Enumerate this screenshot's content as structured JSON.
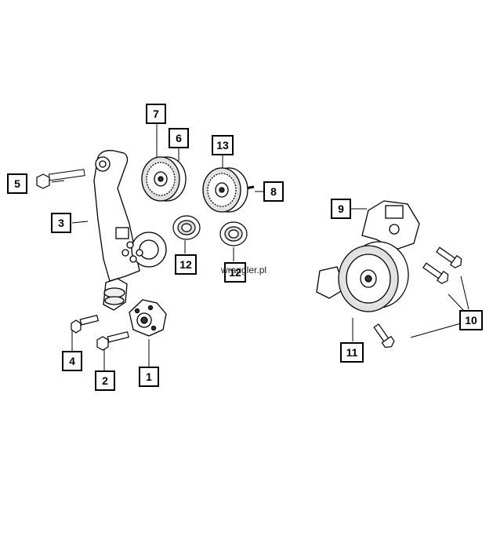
{
  "callouts": {
    "c1": "1",
    "c2": "2",
    "c3": "3",
    "c4": "4",
    "c5": "5",
    "c6": "6",
    "c7": "7",
    "c8": "8",
    "c9": "9",
    "c10": "10",
    "c11": "11",
    "c12a": "12",
    "c12b": "12",
    "c13": "13"
  },
  "watermark": "wrangler.pl"
}
